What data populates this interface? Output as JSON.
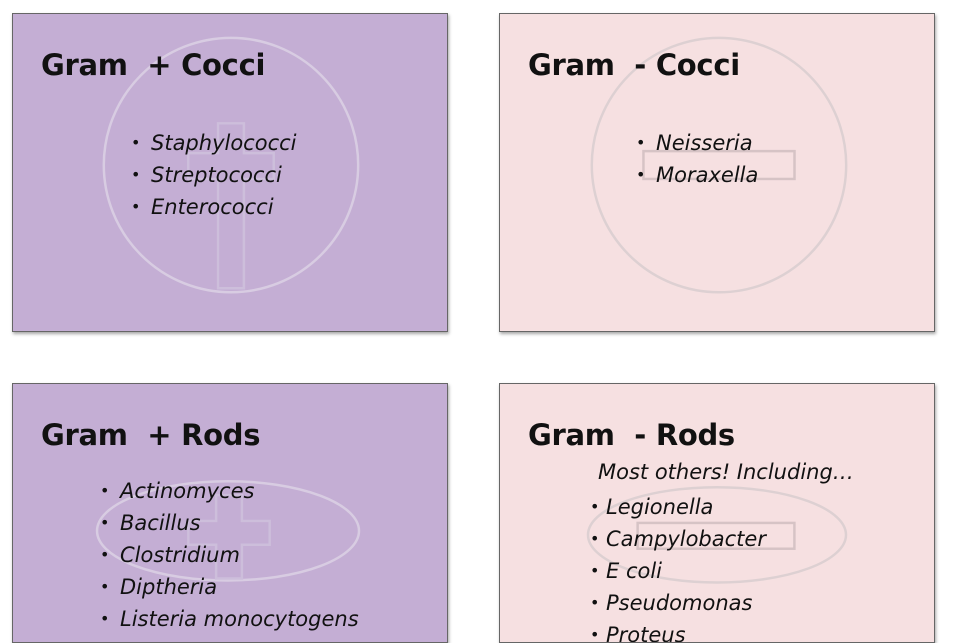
{
  "cards": [
    {
      "title": "Gram  + Cocci",
      "items": [
        "Staphylococci",
        "Streptococci",
        "Enterococci"
      ],
      "background": "#c4aed4",
      "symbol": "plus-in-circle-icon"
    },
    {
      "title": "Gram  - Cocci",
      "items": [
        "Neisseria",
        "Moraxella"
      ],
      "background": "#f6e0e1",
      "symbol": "minus-in-circle-icon"
    },
    {
      "title": "Gram  + Rods",
      "items": [
        "Actinomyces",
        "Bacillus",
        "Clostridium",
        "Diptheria",
        "Listeria monocytogens"
      ],
      "background": "#c4aed4",
      "symbol": "plus-in-oval-icon"
    },
    {
      "title": "Gram  - Rods",
      "intro": "Most others!  Including…",
      "items": [
        "Legionella",
        "Campylobacter",
        "E coli",
        "Pseudomonas",
        "Proteus"
      ],
      "background": "#f6e0e1",
      "symbol": "minus-in-oval-icon"
    }
  ]
}
